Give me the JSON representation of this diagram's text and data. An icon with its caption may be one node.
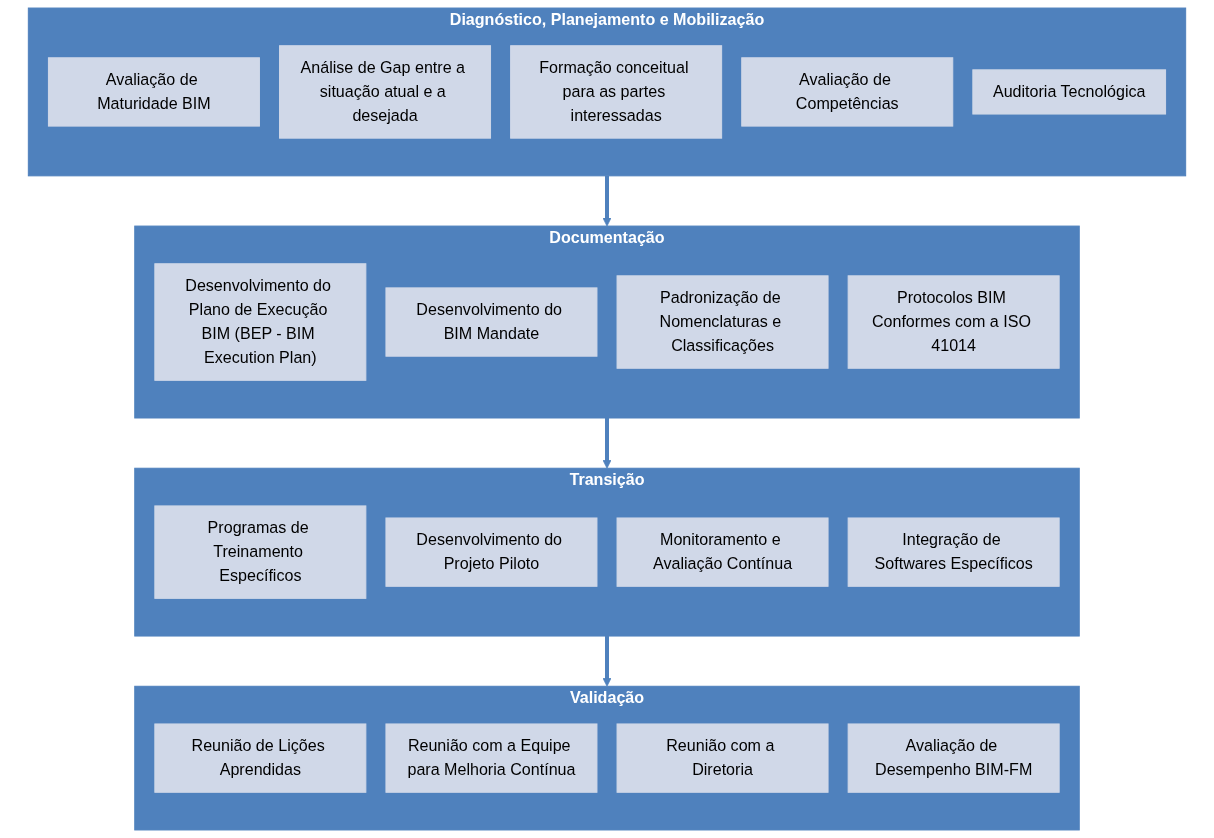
{
  "diagram": {
    "nodes": [
      {
        "text": [
          "Diagnóstico, Planejamento e Mobilização"
        ]
      },
      {
        "text": [
          "Avaliação de Maturidade BIM"
        ],
        "in": 0
      },
      {
        "text": [
          "Análise de Gap entre a situação atual e a desejada"
        ],
        "in": 0
      },
      {
        "text": [
          "Formação conceitual para as partes interessadas"
        ],
        "in": 0
      },
      {
        "text": [
          "Avaliação de Competências"
        ],
        "in": 0
      },
      {
        "text": [
          "Auditoria Tecnológica"
        ],
        "in": 0
      },
      {
        "text": [
          "Documentação"
        ]
      },
      {
        "text": [
          "Desenvolvimento do Plano de Execução BIM (BEP - BIM Execution Plan)"
        ],
        "in": 6
      },
      {
        "text": [
          "Desenvolvimento do BIM Mandate"
        ],
        "in": 6
      },
      {
        "text": [
          "Padronização de Nomenclaturas e Classificações"
        ],
        "in": 6
      },
      {
        "text": [
          "Protocolos BIM Conformes com a ISO 41014"
        ],
        "in": 6
      },
      {
        "text": [
          "Transição"
        ]
      },
      {
        "text": [
          "Programas de Treinamento Específicos"
        ],
        "in": 11
      },
      {
        "text": [
          "Desenvolvimento do Projeto Piloto"
        ],
        "in": 11
      },
      {
        "text": [
          "Monitoramento e Avaliação Contínua"
        ],
        "in": 11
      },
      {
        "text": [
          "Integração de Softwares Específicos"
        ],
        "in": 11
      },
      {
        "text": [
          "Validação"
        ]
      },
      {
        "text": [
          "Reunião de Lições Aprendidas"
        ],
        "in": 16
      },
      {
        "text": [
          "Reunião com a Equipe para Melhoria Contínua"
        ],
        "in": 16
      },
      {
        "text": [
          "Reunião com a Diretoria"
        ],
        "in": 16
      },
      {
        "text": [
          "Avaliação de Desempenho BIM-FM"
        ],
        "in": 16
      }
    ],
    "edges": [
      {
        "from": 0,
        "to": 6,
        "arrow": "to"
      },
      {
        "from": 6,
        "to": 11,
        "arrow": "to"
      },
      {
        "from": 11,
        "to": 16,
        "arrow": "to"
      }
    ]
  }
}
